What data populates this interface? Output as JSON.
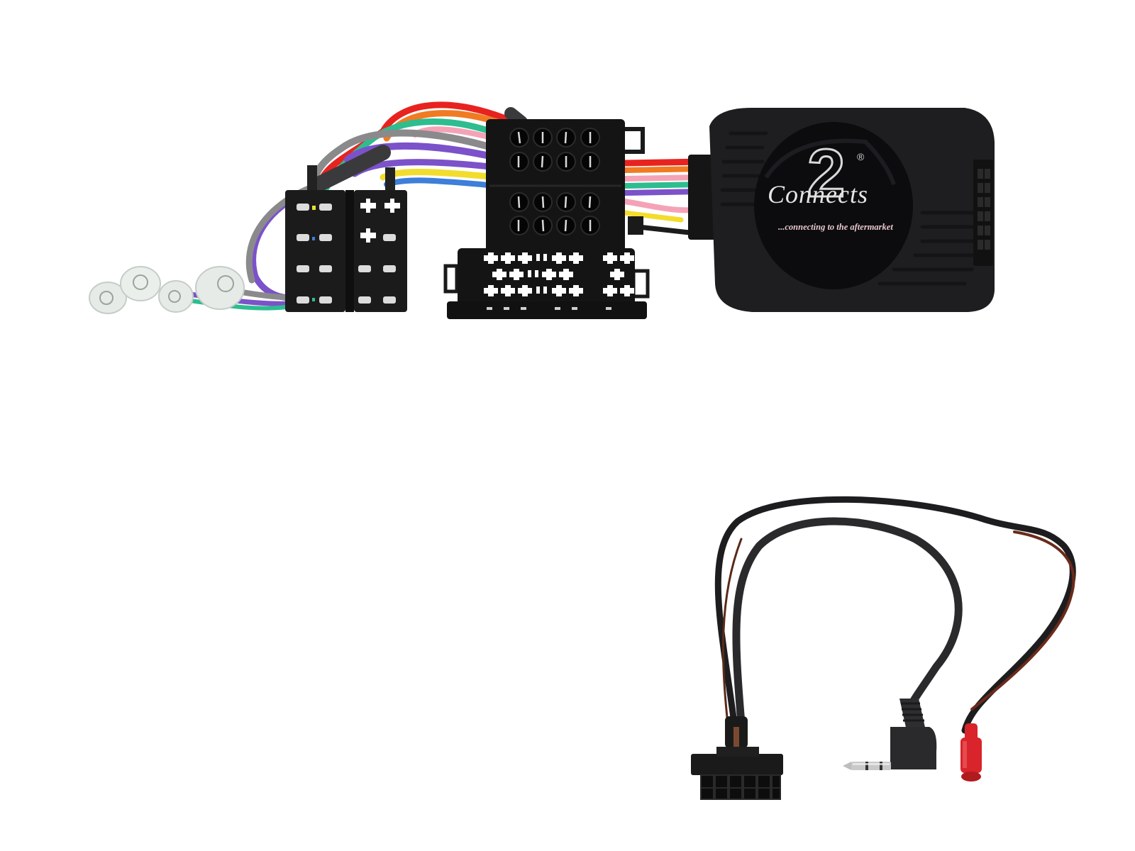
{
  "image": {
    "subject": "Steering wheel control interface kit with wiring harness",
    "background": "#ffffff"
  },
  "module": {
    "brand_script": "Connects",
    "brand_numeral": "2",
    "registered_mark": "®",
    "tagline": "...connecting to the aftermarket",
    "body_color": "#1e1e20",
    "badge_color": "#0c0c0e",
    "tagline_color": "#e8c8cc"
  },
  "components": [
    {
      "name": "ISO split connector (power + speakers)",
      "color": "#1b1b1b"
    },
    {
      "name": "16-pin ISO female block",
      "color": "#141414"
    },
    {
      "name": "Quadlock style connector",
      "color": "#141414"
    },
    {
      "name": "Steering control interface box",
      "color": "#1e1e20"
    },
    {
      "name": "Bullet connectors",
      "color": "#e6ebe8",
      "count": 4
    },
    {
      "name": "Patch lead with 12-pin plug",
      "color": "#151515"
    },
    {
      "name": "3.5mm jack plug",
      "color": "#2a2a2a"
    },
    {
      "name": "Red bullet connector",
      "color": "#d8242a"
    }
  ],
  "wire_colors": [
    "#e8231f",
    "#f07b22",
    "#2dbd8f",
    "#f4a3b7",
    "#8a8a8c",
    "#7b52c9",
    "#f2dd2c",
    "#3d7fd9",
    "#1c1c1c"
  ]
}
